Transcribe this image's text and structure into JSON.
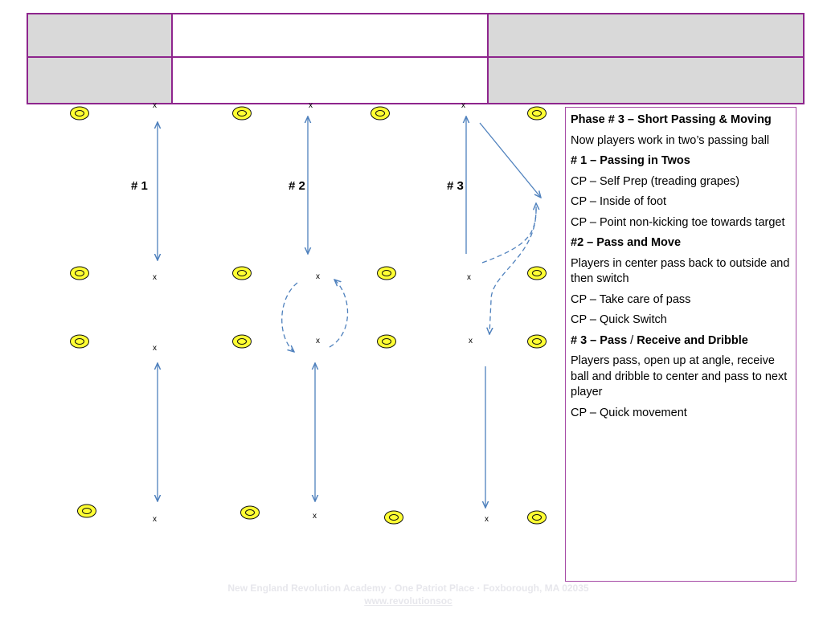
{
  "header": {
    "cells": [
      "",
      "",
      "",
      "",
      "",
      ""
    ]
  },
  "field": {
    "group_labels": [
      "# 1",
      "# 2",
      "# 3"
    ],
    "player_marker": "x",
    "cone_color": "#ffff33",
    "arrow_color": "#4f81bd"
  },
  "panel": {
    "title": "Phase # 3 – Short Passing & Moving",
    "intro": "Now players work in two’s passing ball",
    "section1_title": "# 1 – Passing in Twos",
    "cp1": "CP – Self Prep (treading grapes)",
    "cp2": "CP – Inside of foot",
    "cp3": "CP – Point non-kicking toe towards target",
    "section2_title": "#2 – Pass and Move",
    "section2_desc": "Players in center pass back to outside and then switch",
    "cp4": "CP – Take care of pass",
    "cp5": "CP – Quick Switch",
    "section3_title_a": "# 3 – Pass",
    "section3_title_sep": " / ",
    "section3_title_b": "Receive and Dribble",
    "section3_desc": "Players pass, open up at angle, receive ball and dribble to center and pass to next player",
    "cp6": "CP – Quick movement"
  },
  "footer": {
    "address": "New England Revolution Academy · One Patriot Place · Foxborough, MA 02035",
    "link": "www.revolutionsoc"
  }
}
